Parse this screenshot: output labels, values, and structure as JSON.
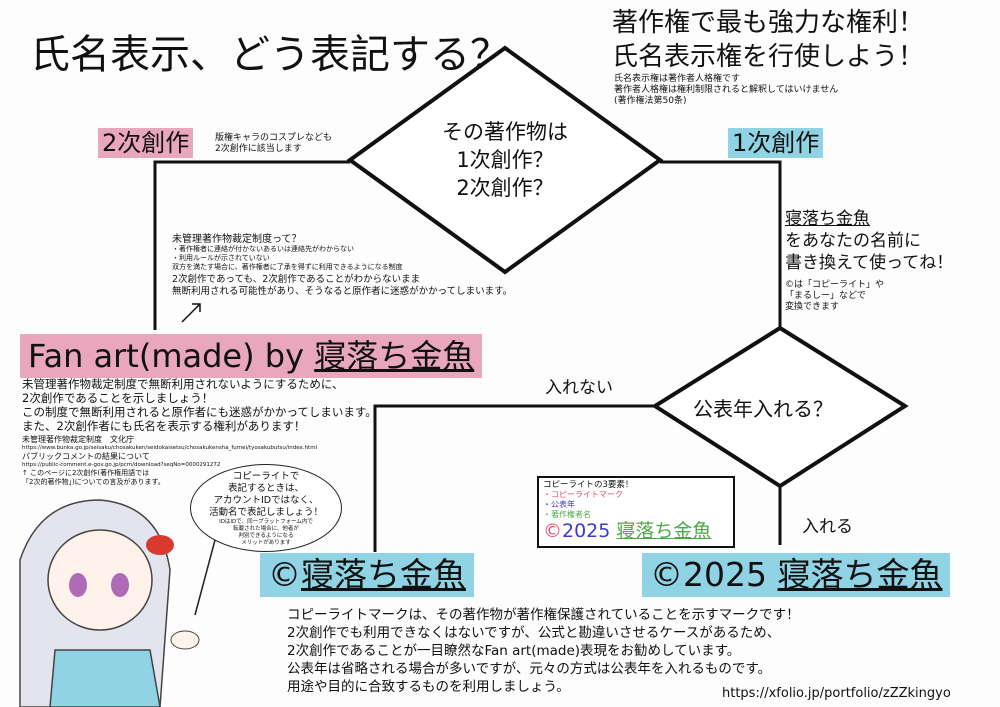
{
  "title": "氏名表示、どう表記する？",
  "top_right": {
    "headline": [
      "著作権で最も強力な権利！",
      "氏名表示権を行使しよう！"
    ],
    "notes": [
      "氏名表示権は著作者人格権です",
      "著作者人格権は権利制限されると解釈してはいけません",
      "(著作権法第50条)"
    ]
  },
  "decision1": {
    "lines": [
      "その著作物は",
      "1次創作？",
      "2次創作？"
    ]
  },
  "branch_secondary": {
    "label": "2次創作",
    "note": [
      "版権キャラのコスプレなども",
      "2次創作に該当します"
    ]
  },
  "branch_primary": {
    "label": "1次創作"
  },
  "mikanri": {
    "heading": "未管理著作物裁定制度って？",
    "bullets": [
      "・著作権者に連絡が付かないあるいは連絡先がわからない",
      "・利用ルールが示されていない"
    ],
    "summary": "双方を満たす場合に、著作権者に了承を得ずに利用できるようになる制度",
    "warning": [
      "2次創作であっても、2次創作であることがわからないまま",
      "無断利用される可能性があり、そうなると原作者に迷惑がかかってしまいます。"
    ]
  },
  "replace_note": {
    "name": "寝落ち金魚",
    "lines": [
      "をあなたの名前に",
      "書き換えて使ってね！"
    ],
    "small": [
      "©は「コピーライト」や",
      "「まるしー」などで",
      "変換できます"
    ]
  },
  "fanart": {
    "prefix": "Fan art(made) by ",
    "name": "寝落ち金魚",
    "desc": [
      "未管理著作物裁定制度で無断利用されないようにするために、",
      "2次創作であることを示しましょう！",
      "この制度で無断利用されると原作者にも迷惑がかかってしまいます。",
      "また、2次創作者にも氏名を表示する権利があります！"
    ],
    "ref1_title": "未管理著作物裁定制度　文化庁",
    "ref1_url": "https://www.bunka.go.jp/seisaku/chosakuken/seidokaisetsu/chosakukensha_fumei/tyosakubutsu/index.html",
    "ref2_title": "パブリックコメントの結果について",
    "ref2_url": "https://public-comment.e-gov.go.jp/pcm/download?seqNo=0000291272",
    "ref_note": [
      "↑ このページに2次創作(著作権用語では",
      "「2次的著作物」)についての言及があります。"
    ]
  },
  "decision2": {
    "text": "公表年入れる？",
    "no": "入れない",
    "yes": "入れる"
  },
  "bubble": {
    "main": [
      "コピーライトで",
      "表記するときは、",
      "アカウントIDではなく、",
      "活動名で表記しましょう！"
    ],
    "sub": [
      "IDはIDで、同一プラットフォーム内で",
      "転載された場合に、他者が",
      "判別できるようになる",
      "メリットがあります"
    ]
  },
  "three_elements": {
    "heading": "コピーライトの3要素！",
    "items": [
      {
        "text": "・コピーライトマーク",
        "color": "#e0506e"
      },
      {
        "text": "・公表年",
        "color": "#3a3ad0"
      },
      {
        "text": "・著作権者名",
        "color": "#4caa44"
      }
    ],
    "mark": "©",
    "year": "2025",
    "name": "寝落ち金魚"
  },
  "result_no_year": {
    "mark": "©",
    "name": "寝落ち金魚"
  },
  "result_year": {
    "mark": "©",
    "year": "2025 ",
    "name": "寝落ち金魚"
  },
  "bottom_text": [
    "コピーライトマークは、その著作物が著作権保護されていることを示すマークです！",
    "2次創作でも利用できなくはないですが、公式と勘違いさせるケースがあるため、",
    "2次創作であることが一目瞭然なFan art(made)表現をお勧めしています。",
    "公表年は省略される場合が多いですが、元々の方式は公表年を入れるものです。",
    "用途や目的に合致するものを利用しましょう。"
  ],
  "portfolio_url": "https://xfolio.jp/portfolio/zZZkingyo",
  "colors": {
    "pink": "#e8a7bd",
    "blue": "#8fd3e4"
  }
}
